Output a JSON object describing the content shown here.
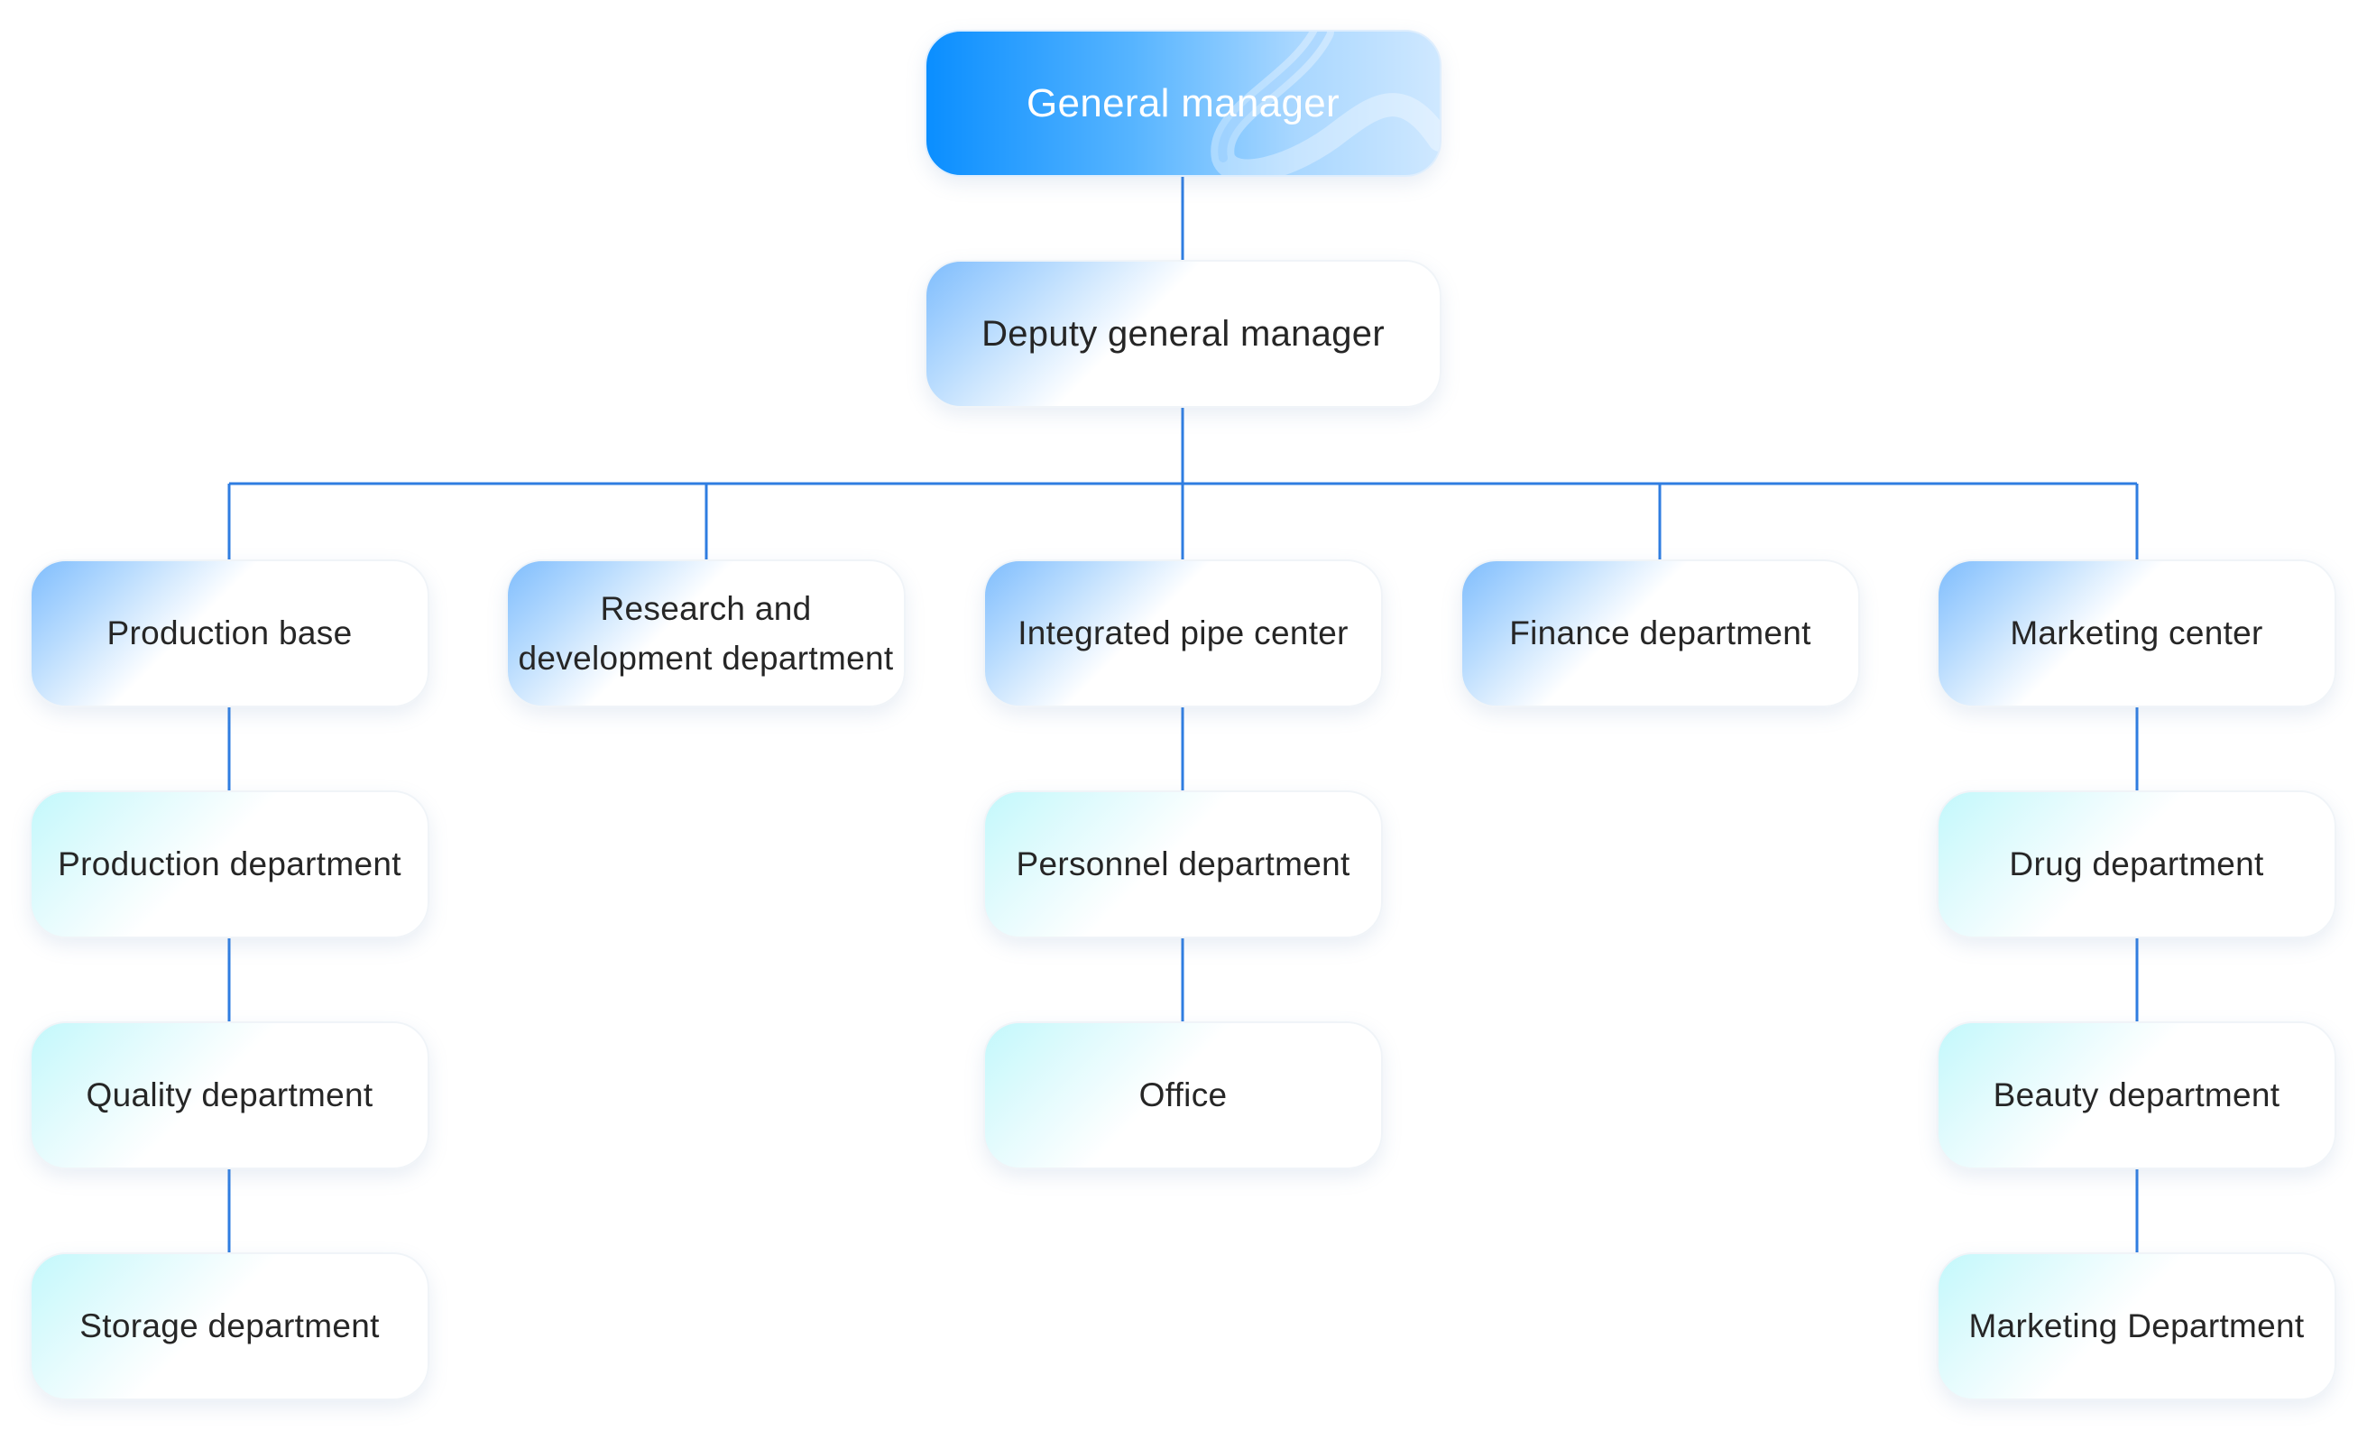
{
  "org_chart": {
    "top": {
      "label": "General manager"
    },
    "deputy": {
      "label": "Deputy general manager"
    },
    "departments": [
      {
        "label": "Production base",
        "children": [
          {
            "label": "Production department"
          },
          {
            "label": "Quality department"
          },
          {
            "label": "Storage department"
          }
        ]
      },
      {
        "label_lines": [
          "Research and",
          "development department"
        ],
        "children": []
      },
      {
        "label": "Integrated pipe center",
        "children": [
          {
            "label": "Personnel department"
          },
          {
            "label": "Office"
          }
        ]
      },
      {
        "label": "Finance department",
        "children": []
      },
      {
        "label": "Marketing center",
        "children": [
          {
            "label": "Drug department"
          },
          {
            "label": "Beauty department"
          },
          {
            "label": "Marketing Department"
          }
        ]
      }
    ],
    "colors": {
      "connector": "#2f7de1",
      "top_gradient_start": "#0a8eff",
      "top_gradient_end": "#cfe8ff",
      "level2_accent": "#7fbdfd",
      "level3_accent": "#c3f8fb",
      "text": "#262626"
    }
  }
}
